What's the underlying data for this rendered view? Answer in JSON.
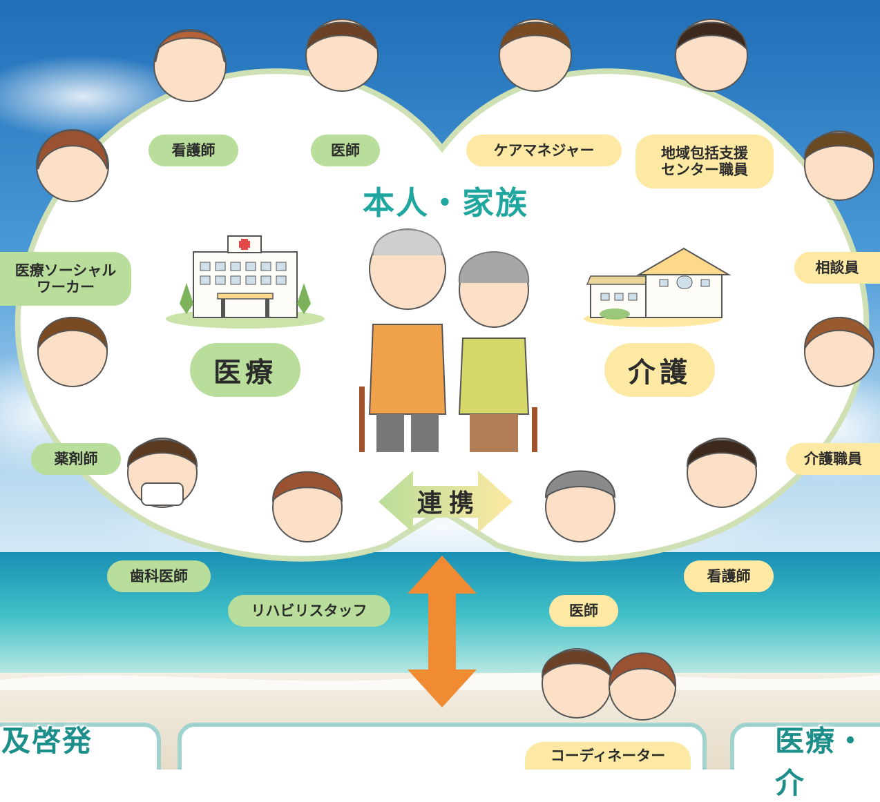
{
  "title": "本人・家族",
  "center_link": "連携",
  "categories": {
    "medical": "医療",
    "care": "介護"
  },
  "roles": {
    "nurse_top": "看護師",
    "doctor_top": "医師",
    "care_manager": "ケアマネジャー",
    "community_center_line1": "地域包括支援",
    "community_center_line2": "センター職員",
    "consultant": "相談員",
    "msw_line1": "医療ソーシャル",
    "msw_line2": "ワーカー",
    "pharmacist": "薬剤師",
    "dentist": "歯科医師",
    "rehab_staff": "リハビリスタッフ",
    "doctor_bottom": "医師",
    "nurse_bottom": "看護師",
    "care_worker": "介護職員",
    "coordinator": "コーディネーター"
  },
  "bottom_sections": {
    "left_fragment": "普及啓発",
    "right_fragment": "医療・介"
  },
  "colors": {
    "title": "#1fa79f",
    "green_label": "#b9dd9a",
    "yellow_label": "#fde9a3",
    "double_arrow": "#f08a33",
    "heart_border": "#cfe0b4",
    "sky_top": "#1f6eb8"
  }
}
